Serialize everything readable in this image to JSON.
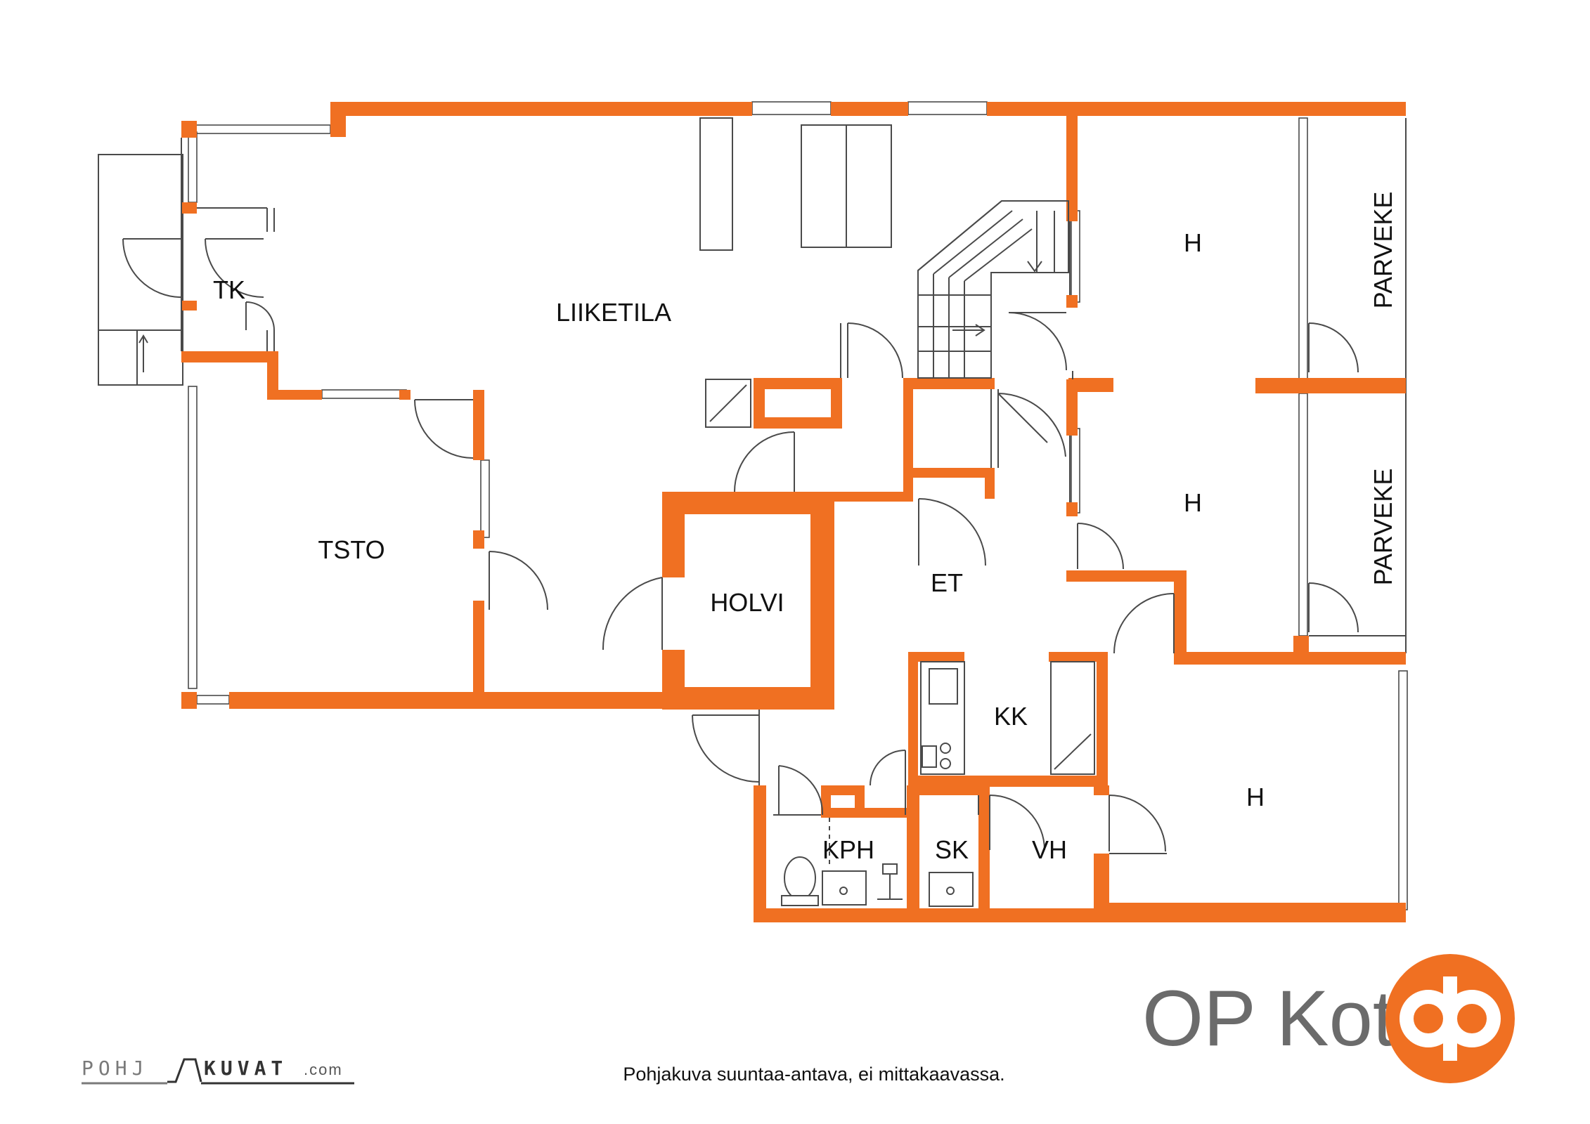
{
  "rooms": {
    "liiketila": "LIIKETILA",
    "tk": "TK",
    "tsto": "TSTO",
    "holvi": "HOLVI",
    "et": "ET",
    "kk": "KK",
    "kph": "KPH",
    "sk": "SK",
    "vh": "VH",
    "h1": "H",
    "h2": "H",
    "h3": "H",
    "parveke1": "PARVEKE",
    "parveke2": "PARVEKE"
  },
  "brand": {
    "name": "OP Koti",
    "logo_color": "#f07022"
  },
  "pohjakuvat": {
    "left": "POHJ",
    "right": "KUVAT",
    "suffix": ".com"
  },
  "disclaimer": "Pohjakuva suuntaa-antava, ei mittakaavassa.",
  "colors": {
    "wall": "#f07022",
    "line": "#4a4a4a"
  }
}
